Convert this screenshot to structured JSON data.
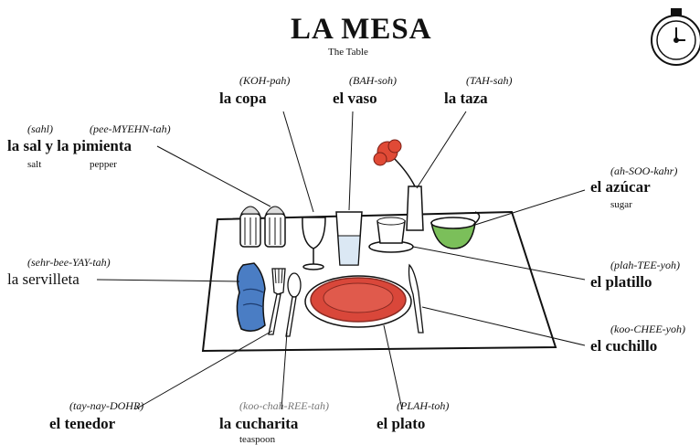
{
  "title": "LA MESA",
  "subtitle": "The Table",
  "icon": "stopwatch-icon",
  "labels": {
    "sal": {
      "pron": "(sahl)"
    },
    "pimienta": {
      "pron": "(pee-MYEHN-tah)"
    },
    "sal_pimienta": {
      "word": "la sal y la pimienta"
    },
    "sal_gloss": {
      "gloss": "salt"
    },
    "pim_gloss": {
      "gloss": "pepper"
    },
    "copa": {
      "pron": "(KOH-pah)",
      "word": "la copa"
    },
    "vaso": {
      "pron": "(BAH-soh)",
      "word": "el vaso"
    },
    "taza": {
      "pron": "(TAH-sah)",
      "word": "la taza"
    },
    "azucar": {
      "pron": "(ah-SOO-kahr)",
      "word": "el azúcar",
      "gloss": "sugar"
    },
    "servilleta": {
      "pron": "(sehr-bee-YAY-tah)",
      "word": "la servilleta"
    },
    "platillo": {
      "pron": "(plah-TEE-yoh)",
      "word": "el platillo"
    },
    "cuchillo": {
      "pron": "(koo-CHEE-yoh)",
      "word": "el cuchillo"
    },
    "tenedor": {
      "pron": "(tay-nay-DOHR)",
      "word": "el tenedor"
    },
    "cucharita": {
      "pron": "(koo-chah-REE-tah)",
      "word": "la cucharita",
      "gloss": "teaspoon"
    },
    "plato": {
      "pron": "(PLAH-toh)",
      "word": "el plato"
    }
  },
  "colors": {
    "plate": "#d9473a",
    "napkin": "#4a7dc4",
    "sugar_bowl": "#7bbf5a",
    "flower": "#e04a36"
  }
}
